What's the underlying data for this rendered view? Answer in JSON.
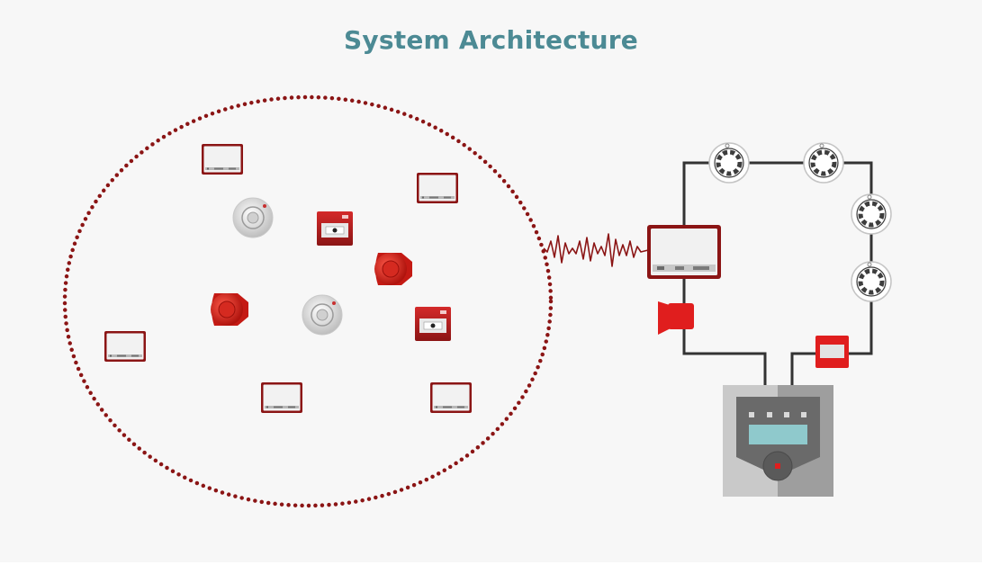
{
  "page": {
    "title": "System Architecture"
  },
  "colors": {
    "background": "#f7f7f7",
    "title": "#4c8a94",
    "accent_red": "#8b1515",
    "device_red": "#d42020",
    "wire": "#333333",
    "panel_gray": "#b8b8b8",
    "panel_dark": "#6a6a6a",
    "panel_screen": "#8fc9cc"
  },
  "wireless_zone": {
    "boundary": "dotted-ellipse",
    "devices": [
      {
        "type": "wireless-module-icon"
      },
      {
        "type": "wireless-module-icon"
      },
      {
        "type": "smoke-detector-icon"
      },
      {
        "type": "manual-call-point-icon"
      },
      {
        "type": "sounder-icon"
      },
      {
        "type": "sounder-icon"
      },
      {
        "type": "smoke-detector-icon"
      },
      {
        "type": "manual-call-point-icon"
      },
      {
        "type": "wireless-module-icon"
      },
      {
        "type": "wireless-module-icon"
      },
      {
        "type": "wireless-module-icon"
      }
    ]
  },
  "wired_loop": {
    "link": "wireless-signal",
    "translator": "translator-module-icon",
    "devices": [
      {
        "type": "ceiling-detector-icon"
      },
      {
        "type": "ceiling-detector-icon"
      },
      {
        "type": "ceiling-detector-icon"
      },
      {
        "type": "ceiling-detector-icon"
      },
      {
        "type": "beacon-sounder-icon"
      },
      {
        "type": "wired-call-point-icon"
      }
    ],
    "panel": "control-panel-icon"
  }
}
